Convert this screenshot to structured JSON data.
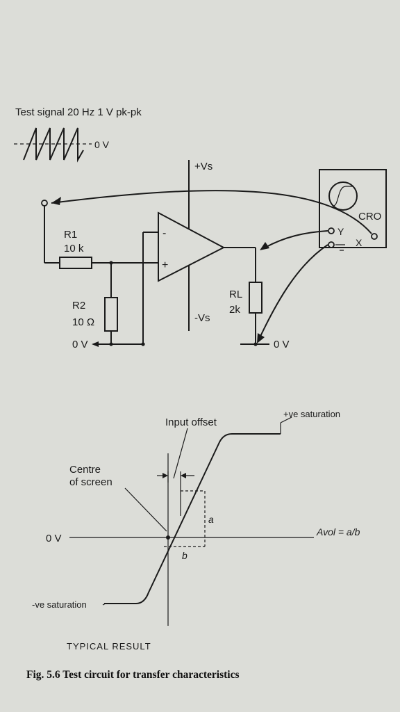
{
  "circuit": {
    "test_signal": "Test signal 20 Hz 1 V pk-pk",
    "zero_v_signal": "0 V",
    "r1_name": "R1",
    "r1_value": "10 k",
    "r2_name": "R2",
    "r2_value": "10 Ω",
    "rl_name": "RL",
    "rl_value": "2k",
    "plus_vs": "+Vs",
    "minus_vs": "-Vs",
    "inv_input": "-",
    "noninv_input": "+",
    "cro_label": "CRO",
    "cro_y": "Y",
    "cro_x": "X",
    "zero_v_left": "0 V",
    "zero_v_right": "0 V"
  },
  "graph": {
    "input_offset": "Input offset",
    "pos_sat": "+ve saturation",
    "neg_sat": "-ve saturation",
    "centre_line1": "Centre",
    "centre_line2": "of screen",
    "zero_v": "0 V",
    "gain_formula": "Avol = a/b",
    "label_a": "a",
    "label_b": "b",
    "typical": "TYPICAL RESULT"
  },
  "caption": "Fig. 5.6 Test circuit for transfer characteristics",
  "colors": {
    "paper": "#dcddd8",
    "ink": "#1a1a1a"
  }
}
